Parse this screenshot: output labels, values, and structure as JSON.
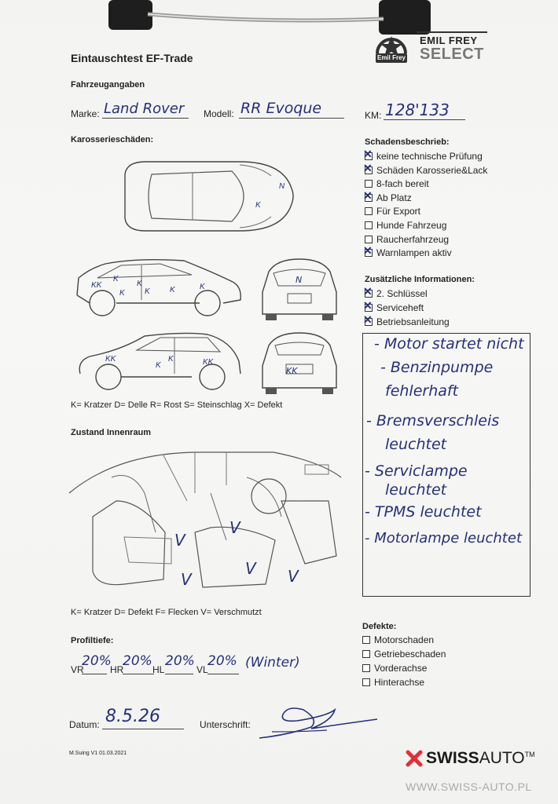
{
  "header": {
    "title": "Eintauschtest EF-Trade",
    "brand_top": "EMIL FREY",
    "brand_bottom": "SELECT",
    "badge_text": "Emil Frey"
  },
  "vehicle": {
    "section_label": "Fahrzeugangaben",
    "make_label": "Marke:",
    "make_value": "Land Rover",
    "model_label": "Modell:",
    "model_value": "RR Evoque",
    "km_label": "KM:",
    "km_value": "128'133"
  },
  "body_damage": {
    "section_label": "Karosserieschäden:",
    "legend": "K= Kratzer D= Delle R= Rost S= Steinschlag X= Defekt",
    "front_mark": "N",
    "rear_mark": "KK"
  },
  "damage_description": {
    "label": "Schadensbeschrieb:",
    "items": [
      {
        "text": "keine technische Prüfung",
        "checked": true
      },
      {
        "text": "Schäden Karosserie&Lack",
        "checked": true
      },
      {
        "text": "8-fach bereit",
        "checked": false
      },
      {
        "text": "Ab Platz",
        "checked": true
      },
      {
        "text": "Für Export",
        "checked": false
      },
      {
        "text": "Hunde Fahrzeug",
        "checked": false
      },
      {
        "text": "Raucherfahrzeug",
        "checked": false
      },
      {
        "text": "Warnlampen aktiv",
        "checked": true
      }
    ]
  },
  "additional_info": {
    "label": "Zusätzliche Informationen:",
    "items": [
      {
        "text": "2. Schlüssel",
        "checked": true
      },
      {
        "text": "Serviceheft",
        "checked": true
      },
      {
        "text": "Betriebsanleitung",
        "checked": true
      }
    ]
  },
  "notes": [
    "- Motor startet nicht",
    "- Benzinpumpe",
    "fehlerhaft",
    "- Bremsverschleis",
    "leuchtet",
    "- Serviclampe",
    "leuchtet",
    "- TPMS leuchtet",
    "- Motorlampe leuchtet"
  ],
  "interior": {
    "section_label": "Zustand Innenraum",
    "legend": "K= Kratzer D= Defekt F= Flecken V= Verschmutzt",
    "mark": "V"
  },
  "tread": {
    "label": "Profiltiefe:",
    "vr_label": "VR",
    "vr_value": "20%",
    "hr_label": "HR",
    "hr_value": "20%",
    "hl_label": "HL",
    "hl_value": "20%",
    "vl_label": "VL",
    "vl_value": "20%",
    "note": "(Winter)"
  },
  "defects": {
    "label": "Defekte:",
    "items": [
      {
        "text": "Motorschaden",
        "checked": false
      },
      {
        "text": "Getriebeschaden",
        "checked": false
      },
      {
        "text": "Vorderachse",
        "checked": false
      },
      {
        "text": "Hinterachse",
        "checked": false
      }
    ]
  },
  "footer": {
    "date_label": "Datum:",
    "date_value": "8.5.26",
    "signature_label": "Unterschrift:",
    "form_code": "M.Suing V1 01.03.2021",
    "watermark_brand_a": "SWISS",
    "watermark_brand_b": "AUTO",
    "watermark_tm": "TM",
    "watermark_url": "WWW.SWISS-AUTO.PL"
  },
  "colors": {
    "ink": "#26307a",
    "print": "#222222",
    "brand_red": "#e0303a"
  }
}
